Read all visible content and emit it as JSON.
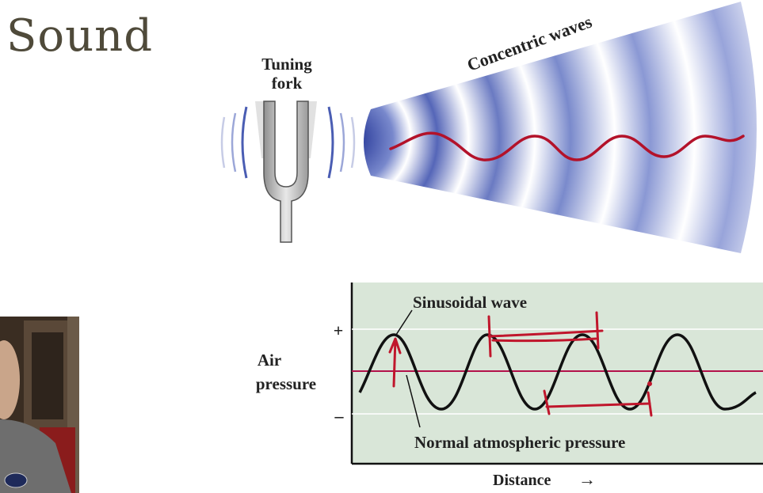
{
  "slide": {
    "title": "Sound"
  },
  "top_figure": {
    "fork_label_line1": "Tuning",
    "fork_label_line2": "fork",
    "waves_label": "Concentric waves"
  },
  "bottom_figure": {
    "wave_label": "Sinusoidal wave",
    "baseline_label": "Normal atmospheric pressure",
    "y_label_line1": "Air",
    "y_label_line2": "pressure",
    "plus_tick": "+",
    "minus_tick": "–",
    "x_label": "Distance",
    "x_arrow": "→"
  },
  "colors": {
    "title": "#4f4a3a",
    "wave_cone": "#3b4fa8",
    "red_wave": "#b3122a",
    "plot_bg": "#d9e6d8",
    "baseline": "#b3124a",
    "annotation": "#c0162c"
  }
}
